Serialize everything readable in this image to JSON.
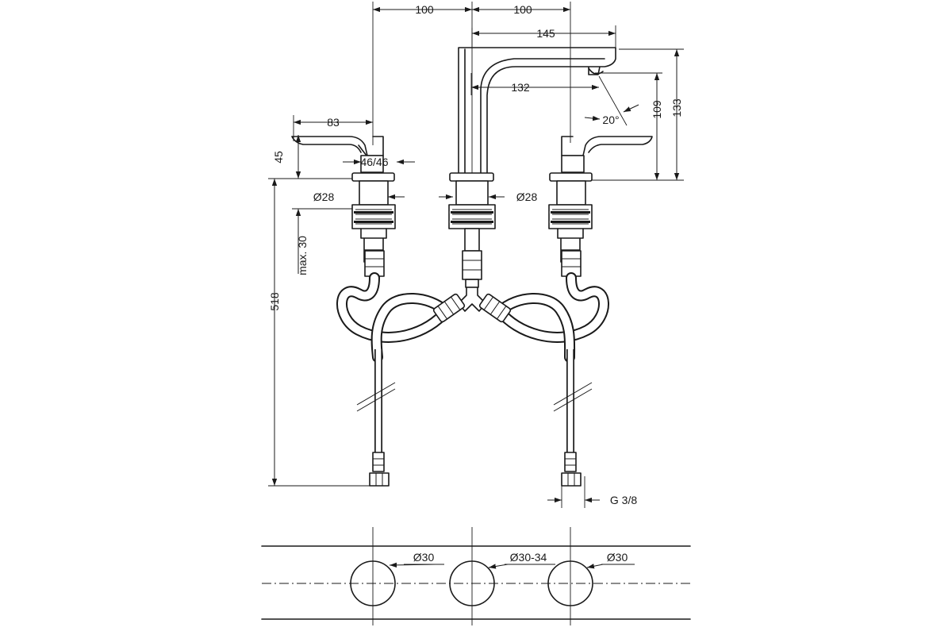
{
  "dimensions": {
    "spacing_left": "100",
    "spacing_right": "100",
    "spout_reach": "145",
    "handle_length": "83",
    "spout_inner": "132",
    "angle": "20°",
    "spout_outlet_height": "109",
    "spout_height": "133",
    "handle_height": "45",
    "handle_width": "46/46",
    "handle_base_diameter": "Ø28",
    "spout_base_diameter": "Ø28",
    "max_deck_thickness": "max. 30",
    "hose_length": "518",
    "connection_thread": "G 3/8"
  },
  "holes": {
    "left": "Ø30",
    "center": "Ø30-34",
    "right": "Ø30"
  }
}
